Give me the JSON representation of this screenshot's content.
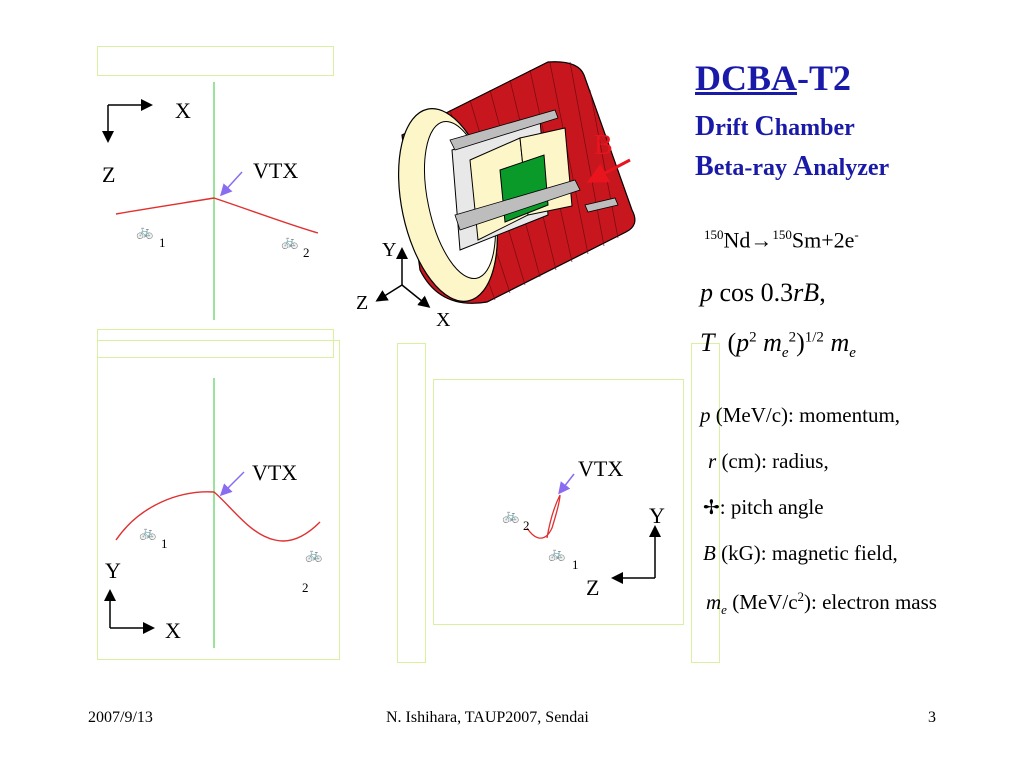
{
  "title": {
    "acronym": "DCBA",
    "suffix": "-T2"
  },
  "subtitle1": {
    "d": "D",
    "rift": "rift ",
    "c": "C",
    "hamber": "hamber"
  },
  "subtitle2": {
    "b": "B",
    "eta": "eta-ray ",
    "a": "A",
    "nalyzer": "nalyzer"
  },
  "reaction": {
    "a1": "150",
    "nd": "Nd",
    "arrow": "→",
    "a2": "150",
    "sm": "Sm+2e",
    "minus": "-"
  },
  "eq1": {
    "p": "p",
    "cos": " cos",
    "g1": "",
    "g2": "",
    "val": "0.3",
    "r": "r",
    "B": "B",
    "end": ","
  },
  "eq2": {
    "T": "T",
    "open": "(",
    "p": "p",
    "sq1": "2",
    "g1": "",
    "m": "m",
    "sub_e": "e",
    "sq2": "2",
    "close": ")",
    "half": "1/2",
    "g2": "",
    "m2": "m",
    "sub_e2": "e"
  },
  "legend": {
    "p": {
      "sym": "p",
      "text": " (MeV/c): momentum,"
    },
    "r": {
      "sym": "r",
      "text": " (cm): radius,"
    },
    "pitch": {
      "text": ": pitch angle"
    },
    "B": {
      "sym": "B",
      "text": " (kG): magnetic field,"
    },
    "me": {
      "sym": "m",
      "sub": "e",
      "text_pre": " (MeV/c",
      "sup": "2",
      "text_post": "): electron mass"
    }
  },
  "panel_xz": {
    "x": "X",
    "z": "Z",
    "vtx": "VTX",
    "t1": "1",
    "t2": "2"
  },
  "panel_xy": {
    "y": "Y",
    "x": "X",
    "vtx": "VTX",
    "t1": "1",
    "t2": "2"
  },
  "panel_zy": {
    "y": "Y",
    "z": "Z",
    "vtx": "VTX",
    "t1": "1",
    "t2": "2"
  },
  "detector": {
    "b": "B",
    "y": "Y",
    "z": "Z",
    "x": "X"
  },
  "footer": {
    "date": "2007/9/13",
    "author": "N. Ishihara, TAUP2007, Sendai",
    "page": "3"
  },
  "colors": {
    "accent": "#1a1aa8",
    "track": "#e03030",
    "chamber": "#c8161e",
    "vtx_arrow": "#8a6cf0"
  }
}
